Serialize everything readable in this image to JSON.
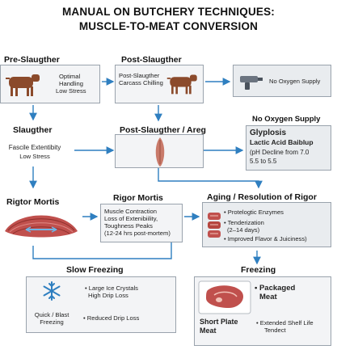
{
  "title": {
    "line1": "MANUAL ON BUTCHERY TECHNIQUES:",
    "line2": "MUSCLE-TO-MEAT CONVERSION"
  },
  "pre_slaughter": {
    "heading": "Pre-Slaugther",
    "notes": [
      "Optimal",
      "Handling",
      "Low Stress"
    ],
    "icon": "cow-icon"
  },
  "post_slaughter": {
    "heading": "Post-Slaugther",
    "notes": [
      "Post-Slaugther",
      "Carcass Chilling"
    ],
    "icon": "cow-icon"
  },
  "oxygen_top": {
    "label": "No Oxygen Supply",
    "icon": "captive-bolt-gun-icon"
  },
  "slaughter": {
    "heading": "Slaugther",
    "line1": "Fascile Extentibity",
    "line2": "Low Stress"
  },
  "post_area": {
    "heading": "Post-Slaugther / Areg",
    "icon": "hanging-carcass-icon"
  },
  "glycolysis": {
    "heading": "No Oxygen Supply",
    "title": "Glyplosis",
    "subtitle": "Lactic Acid Baiblup",
    "lines": [
      "(pH Decline from 7.0",
      "5.5 to 5.5"
    ]
  },
  "rigor_left": {
    "heading": "Rigtor Mortis",
    "icon": "muscle-fiber-icon"
  },
  "rigor_mid": {
    "heading": "Rigor Mortis",
    "lines": [
      "Muscle Contraction",
      "Loss of Extenibiility,",
      "Toughness Peaks",
      "(12-24 hrs post-mortem)"
    ]
  },
  "aging": {
    "heading": "Aging / Resolution of Rigor",
    "items": [
      "• Protelogtic Enzymes",
      "• Tenderization",
      "(2–14 days)",
      "• Improved Flavor & Juiciness)"
    ],
    "icon": "meat-cuts-icon"
  },
  "slow_freezing": {
    "heading": "Slow Freezing",
    "row1": [
      "• Large Ice Crystals",
      "High Drip Loss"
    ],
    "quick_label": [
      "Quick / Blast",
      "Freezing"
    ],
    "row2": "• Reduced Drip Loss",
    "icon": "snowflake-icon"
  },
  "freezing": {
    "heading": "Freezing",
    "packaged": [
      "• Packaged",
      "Meat"
    ],
    "short_plate": [
      "Short Plate",
      "Meat"
    ],
    "shelf": [
      "• Extended Shelf Life",
      "Tendect"
    ],
    "icon": "packaged-steak-icon"
  },
  "colors": {
    "arrow": "#2f7fc0",
    "box_fill": "#e9ecef",
    "box_border": "#9aa3ad",
    "meat": "#c0504d",
    "cow": "#8b4a2b"
  }
}
